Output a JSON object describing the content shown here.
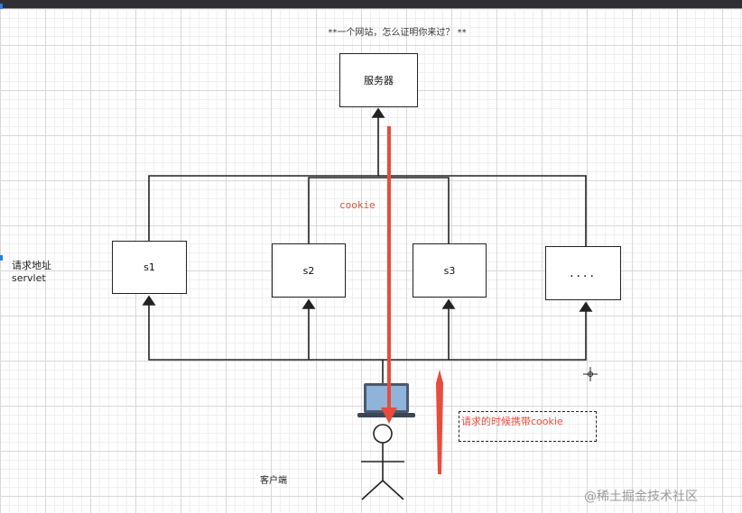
{
  "diagram": {
    "title": "**一个网站，怎么证明你来过？ **",
    "server_label": "服务器",
    "nodes": [
      {
        "id": "s1",
        "label": "s1"
      },
      {
        "id": "s2",
        "label": "s2"
      },
      {
        "id": "s3",
        "label": "s3"
      },
      {
        "id": "more",
        "label": "...."
      }
    ],
    "side_label_line1": "请求地址",
    "side_label_line2": "servlet",
    "cookie_label": "cookie",
    "note": "请求的时候携带cookie",
    "client_label": "客户端"
  },
  "watermark": "@稀土掘金技术社区",
  "colors": {
    "line": "#222222",
    "annotation": "#e74c3c",
    "laptop": "#4a5a6e"
  }
}
